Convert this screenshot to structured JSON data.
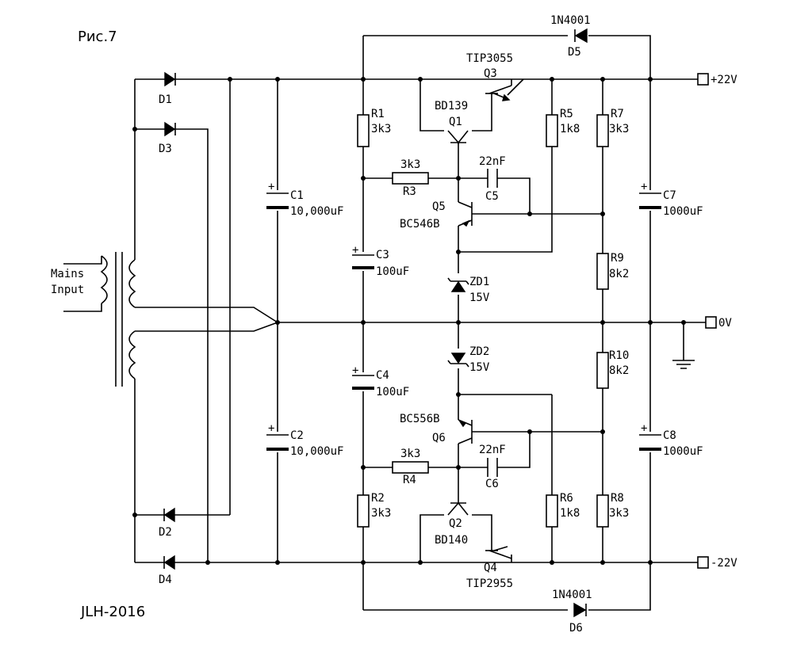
{
  "figure_label": "Рис.7",
  "footer_label": "JLH-2016",
  "mains_input": [
    "Mains",
    "Input"
  ],
  "rails": {
    "pos": "+22V",
    "zero": "0V",
    "neg": "-22V"
  },
  "components": {
    "D1": "D1",
    "D2": "D2",
    "D3": "D3",
    "D4": "D4",
    "D5_name": "D5",
    "D5_type": "1N4001",
    "D6_name": "D6",
    "D6_type": "1N4001",
    "C1_name": "C1",
    "C1_val": "10,000uF",
    "C2_name": "C2",
    "C2_val": "10,000uF",
    "C3_name": "C3",
    "C3_val": "100uF",
    "C4_name": "C4",
    "C4_val": "100uF",
    "C5_name": "C5",
    "C5_val": "22nF",
    "C6_name": "C6",
    "C6_val": "22nF",
    "C7_name": "C7",
    "C7_val": "1000uF",
    "C8_name": "C8",
    "C8_val": "1000uF",
    "R1_name": "R1",
    "R1_val": "3k3",
    "R2_name": "R2",
    "R2_val": "3k3",
    "R3_name": "R3",
    "R3_val": "3k3",
    "R4_name": "R4",
    "R4_val": "3k3",
    "R5_name": "R5",
    "R5_val": "1k8",
    "R6_name": "R6",
    "R6_val": "1k8",
    "R7_name": "R7",
    "R7_val": "3k3",
    "R8_name": "R8",
    "R8_val": "3k3",
    "R9_name": "R9",
    "R9_val": "8k2",
    "R10_name": "R10",
    "R10_val": "8k2",
    "Q1_name": "Q1",
    "Q1_type": "BD139",
    "Q2_name": "Q2",
    "Q2_type": "BD140",
    "Q3_name": "Q3",
    "Q3_type": "TIP3055",
    "Q4_name": "Q4",
    "Q4_type": "TIP2955",
    "Q5_name": "Q5",
    "Q5_type": "BC546B",
    "Q6_name": "Q6",
    "Q6_type": "BC556B",
    "ZD1_name": "ZD1",
    "ZD1_val": "15V",
    "ZD2_name": "ZD2",
    "ZD2_val": "15V"
  }
}
